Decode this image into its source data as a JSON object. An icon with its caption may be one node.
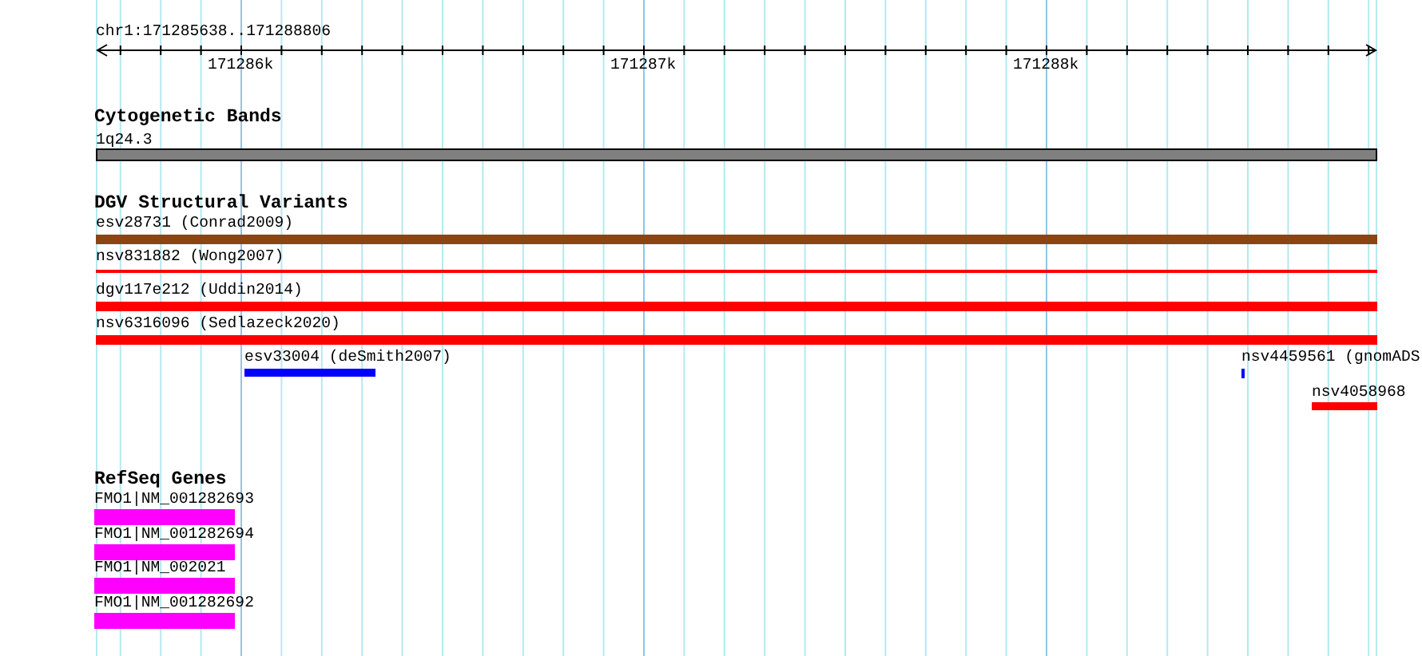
{
  "diagram": {
    "nodes": [
      {
        "text": [
          "1q24.3"
        ]
      },
      {
        "text": [
          "esv28731 (Conrad2009)"
        ]
      },
      {
        "text": [
          "nsv831882 (Wong2007)"
        ]
      },
      {
        "text": [
          "dgv117e212 (Uddin2014)"
        ]
      },
      {
        "text": [
          "nsv6316096 (Sedlazeck2020)"
        ]
      },
      {
        "text": [
          "esv33004 (deSmith2007)"
        ]
      },
      {
        "text": [
          "nsv4459561 (gnomADS"
        ]
      },
      {
        "text": [
          "nsv4058968"
        ]
      },
      {
        "text": [
          "FMO1|NM_001282693"
        ]
      },
      {
        "text": [
          "FMO1|NM_001282694"
        ]
      },
      {
        "text": [
          "FMO1|NM_002021"
        ]
      },
      {
        "text": [
          "FMO1|NM_001282692"
        ]
      }
    ],
    "labels": [
      "chr1:171285638..171288806",
      "171286k",
      "171287k",
      "171288k",
      "Cytogenetic Bands",
      "DGV Structural Variants",
      "RefSeq Genes"
    ]
  }
}
